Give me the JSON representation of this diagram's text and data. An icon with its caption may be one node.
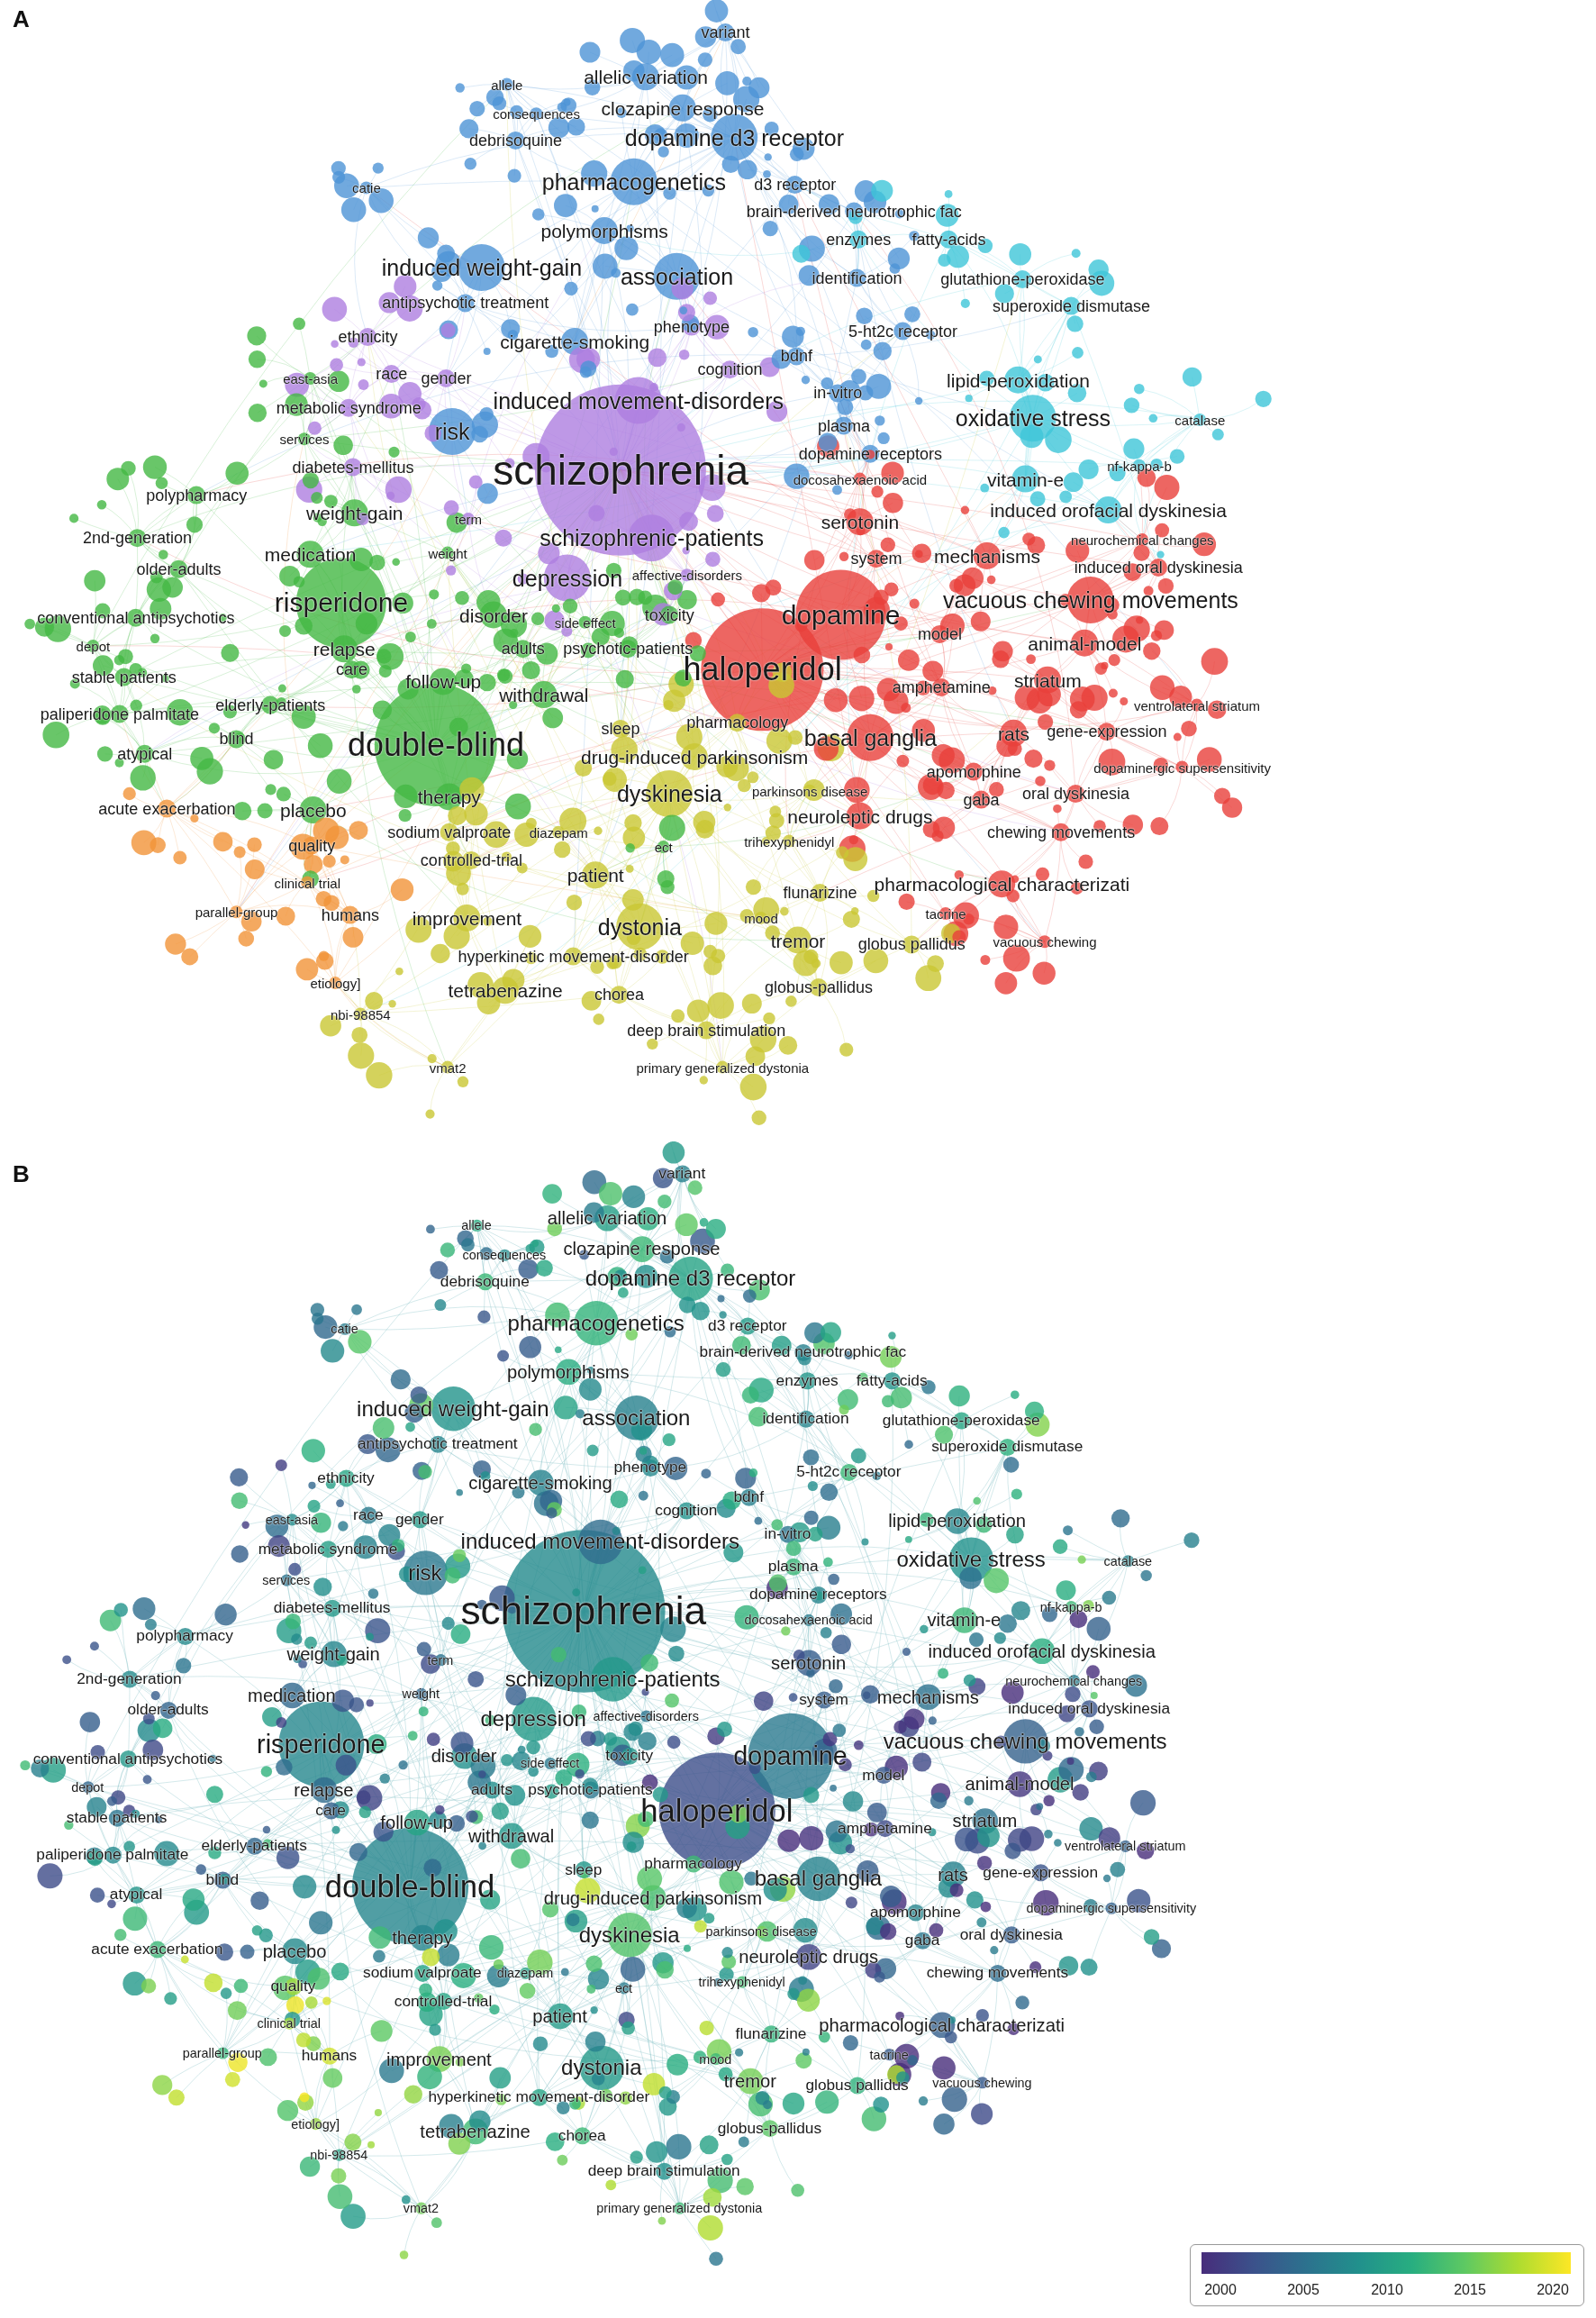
{
  "diagram": {
    "labels": [
      "A",
      "variant",
      "allele",
      "allelic variation",
      "consequences",
      "clozapine response",
      "debrisoquine",
      "dopamine d3 receptor",
      "catie",
      "pharmacogenetics",
      "d3 receptor",
      "polymorphisms",
      "brain-derived neurotrophic fac",
      "enzymes",
      "fatty-acids",
      "induced weight-gain",
      "association",
      "identification",
      "glutathione-peroxidase",
      "antipsychotic treatment",
      "superoxide dismutase",
      "ethnicity",
      "cigarette-smoking",
      "phenotype",
      "5-ht2c receptor",
      "cognition",
      "bdnf",
      "east-asia",
      "race",
      "gender",
      "in-vitro",
      "lipid-peroxidation",
      "metabolic syndrome",
      "induced movement-disorders",
      "risk",
      "plasma",
      "oxidative stress",
      "catalase",
      "services",
      "diabetes-mellitus",
      "schizophrenia",
      "dopamine receptors",
      "docosahexaenoic acid",
      "vitamin-e",
      "nf-kappa-b",
      "polypharmacy",
      "weight-gain",
      "term",
      "serotonin",
      "induced orofacial dyskinesia",
      "2nd-generation",
      "medication",
      "weight",
      "schizophrenic-patients",
      "system",
      "mechanisms",
      "neurochemical changes",
      "older-adults",
      "depression",
      "affective-disorders",
      "induced oral dyskinesia",
      "conventional antipsychotics",
      "risperidone",
      "disorder",
      "side effect",
      "toxicity",
      "dopamine",
      "vacuous chewing movements",
      "depot",
      "relapse",
      "adults",
      "psychotic-patients",
      "model",
      "animal-model",
      "stable patients",
      "care",
      "follow-up",
      "withdrawal",
      "haloperidol",
      "amphetamine",
      "striatum",
      "paliperidone palmitate",
      "elderly-patients",
      "ventrolateral striatum",
      "blind",
      "double-blind",
      "sleep",
      "pharmacology",
      "basal ganglia",
      "rats",
      "gene-expression",
      "atypical",
      "drug-induced parkinsonism",
      "apomorphine",
      "dopaminergic supersensitivity",
      "acute exacerbation",
      "placebo",
      "therapy",
      "dyskinesia",
      "parkinsons disease",
      "neuroleptic drugs",
      "gaba",
      "oral dyskinesia",
      "quality",
      "sodium valproate",
      "diazepam",
      "ect",
      "trihexyphenidyl",
      "chewing movements",
      "controlled-trial",
      "clinical trial",
      "patient",
      "flunarizine",
      "pharmacological characterizati",
      "parallel-group",
      "humans",
      "improvement",
      "dystonia",
      "mood",
      "tacrine",
      "hyperkinetic movement-disorder",
      "tremor",
      "globus pallidus",
      "vacuous chewing",
      "etiology]",
      "tetrabenazine",
      "chorea",
      "globus-pallidus",
      "nbi-98854",
      "deep brain stimulation",
      "vmat2",
      "primary generalized dystonia",
      "B",
      "variant",
      "allele",
      "allelic variation",
      "consequences",
      "clozapine response",
      "debrisoquine",
      "dopamine d3 receptor",
      "catie",
      "pharmacogenetics",
      "d3 receptor",
      "polymorphisms",
      "brain-derived neurotrophic fac",
      "enzymes",
      "fatty-acids",
      "induced weight-gain",
      "association",
      "identification",
      "glutathione-peroxidase",
      "antipsychotic treatment",
      "superoxide dismutase",
      "ethnicity",
      "cigarette-smoking",
      "phenotype",
      "5-ht2c receptor",
      "cognition",
      "bdnf",
      "east-asia",
      "race",
      "gender",
      "in-vitro",
      "lipid-peroxidation",
      "metabolic syndrome",
      "induced movement-disorders",
      "risk",
      "plasma",
      "oxidative stress",
      "catalase",
      "services",
      "diabetes-mellitus",
      "schizophrenia",
      "dopamine receptors",
      "docosahexaenoic acid",
      "vitamin-e",
      "nf-kappa-b",
      "polypharmacy",
      "weight-gain",
      "term",
      "serotonin",
      "induced orofacial dyskinesia",
      "2nd-generation",
      "medication",
      "weight",
      "schizophrenic-patients",
      "system",
      "mechanisms",
      "neurochemical changes",
      "older-adults",
      "depression",
      "affective-disorders",
      "induced oral dyskinesia",
      "conventional antipsychotics",
      "risperidone",
      "disorder",
      "side effect",
      "toxicity",
      "dopamine",
      "vacuous chewing movements",
      "depot",
      "relapse",
      "adults",
      "psychotic-patients",
      "model",
      "animal-model",
      "stable patients",
      "care",
      "follow-up",
      "withdrawal",
      "haloperidol",
      "amphetamine",
      "striatum",
      "paliperidone palmitate",
      "elderly-patients",
      "ventrolateral striatum",
      "blind",
      "double-blind",
      "sleep",
      "pharmacology",
      "basal ganglia",
      "rats",
      "gene-expression",
      "atypical",
      "drug-induced parkinsonism",
      "apomorphine",
      "dopaminergic supersensitivity",
      "acute exacerbation",
      "placebo",
      "therapy",
      "dyskinesia",
      "parkinsons disease",
      "neuroleptic drugs",
      "gaba",
      "oral dyskinesia",
      "quality",
      "sodium valproate",
      "diazepam",
      "ect",
      "trihexyphenidyl",
      "chewing movements",
      "controlled-trial",
      "clinical trial",
      "patient",
      "flunarizine",
      "pharmacological characterizati",
      "parallel-group",
      "humans",
      "improvement",
      "dystonia",
      "mood",
      "tacrine",
      "hyperkinetic movement-disorder",
      "tremor",
      "globus pallidus",
      "vacuous chewing",
      "etiology]",
      "tetrabenazine",
      "chorea",
      "globus-pallidus",
      "nbi-98854",
      "deep brain stimulation",
      "vmat2",
      "primary generalized dystonia",
      "2000",
      "2005",
      "2010",
      "2015",
      "2020"
    ]
  }
}
